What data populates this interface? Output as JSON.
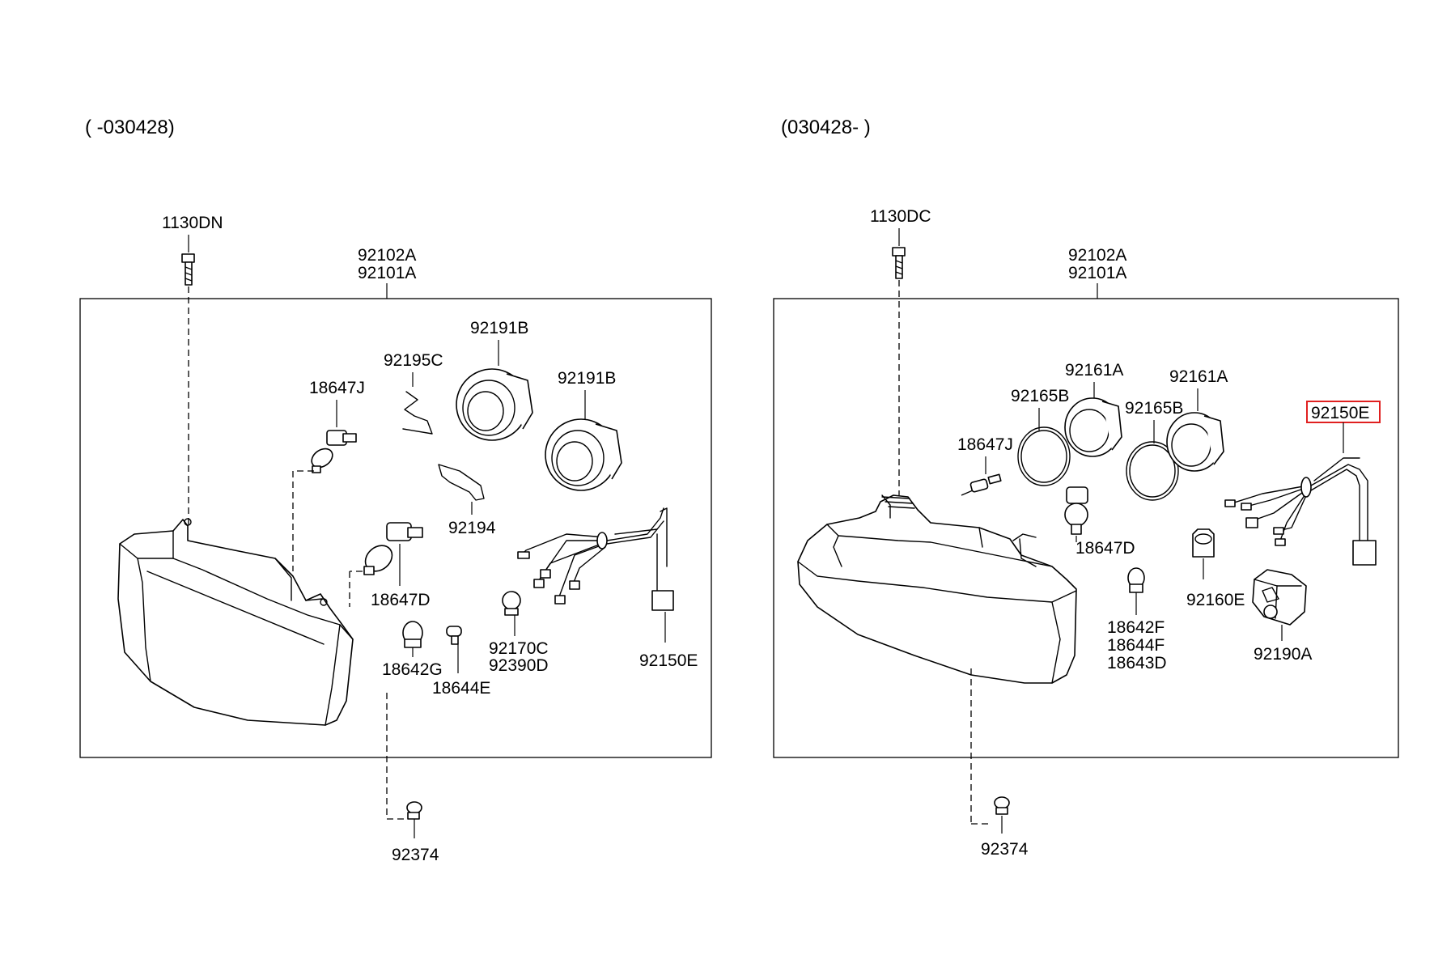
{
  "panels": [
    {
      "variant": "( -030428)",
      "labels": {
        "bolt_top": "1130DN",
        "housing_a": "92102A",
        "housing_b": "92101A",
        "bulb_j": "18647J",
        "clip_c": "92195C",
        "cap_b1": "92191B",
        "cap_b2": "92191B",
        "spring": "92194",
        "bulb_d": "18647D",
        "bulb_g": "18642G",
        "bulb_e": "18644E",
        "socket_c": "92170C",
        "socket_d": "92390D",
        "harness": "92150E",
        "screw": "92374"
      }
    },
    {
      "variant": "(030428- )",
      "labels": {
        "bolt_top": "1130DC",
        "housing_a": "92102A",
        "housing_b": "92101A",
        "cap_a1": "92161A",
        "cap_a2": "92161A",
        "ring_b1": "92165B",
        "ring_b2": "92165B",
        "harness": "92150E",
        "bulb_j": "18647J",
        "bulb_d": "18647D",
        "bulb_f1": "18642F",
        "bulb_f2": "18644F",
        "bulb_d2": "18643D",
        "socket_e": "92160E",
        "adjuster": "92190A",
        "screw": "92374"
      }
    }
  ],
  "highlight": {
    "part": "92150E",
    "color": "#e02020"
  }
}
